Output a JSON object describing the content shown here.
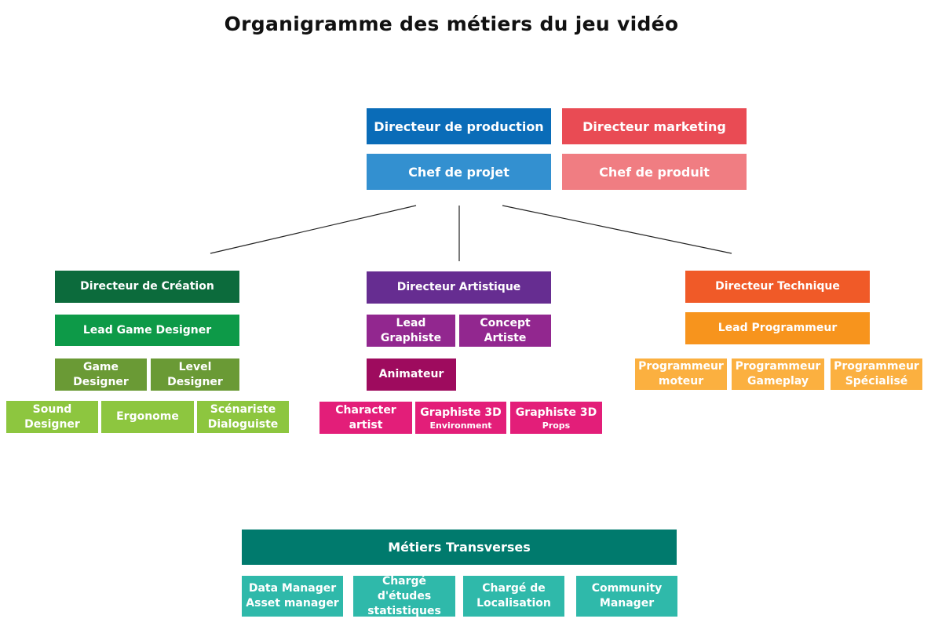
{
  "title": "Organigramme des métiers du jeu vidéo",
  "top": {
    "production": {
      "director": "Directeur de production",
      "lead": "Chef de projet"
    },
    "marketing": {
      "director": "Directeur marketing",
      "lead": "Chef de produit"
    }
  },
  "creation": {
    "director": "Directeur de Création",
    "lead": "Lead Game Designer",
    "row1": [
      [
        "Game",
        "Designer"
      ],
      [
        "Level",
        "Designer"
      ]
    ],
    "row2": [
      [
        "Sound",
        "Designer"
      ],
      [
        "Ergonome",
        ""
      ],
      [
        "Scénariste",
        "Dialoguiste"
      ]
    ]
  },
  "artistique": {
    "director": "Directeur Artistique",
    "row1": [
      [
        "Lead",
        "Graphiste"
      ],
      [
        "Concept",
        "Artiste"
      ]
    ],
    "animateur": "Animateur",
    "row2": [
      [
        "Character",
        "artist"
      ],
      [
        "Graphiste 3D",
        "Environment"
      ],
      [
        "Graphiste 3D",
        "Props"
      ]
    ]
  },
  "technique": {
    "director": "Directeur Technique",
    "lead": "Lead Programmeur",
    "row1": [
      [
        "Programmeur",
        "moteur"
      ],
      [
        "Programmeur",
        "Gameplay"
      ],
      [
        "Programmeur",
        "Spécialisé"
      ]
    ]
  },
  "transverses": {
    "header": "Métiers Transverses",
    "items": [
      [
        "Data Manager",
        "Asset manager"
      ],
      [
        "Chargé d'études",
        "statistiques"
      ],
      [
        "Chargé de",
        "Localisation"
      ],
      [
        "Community",
        "Manager"
      ]
    ]
  },
  "colors": {
    "production_dir": "#0a6cb8",
    "production_lead": "#3390d0",
    "marketing_dir": "#e94b54",
    "marketing_lead": "#f07d82",
    "creation_dir": "#0c6b3c",
    "creation_lead": "#0d9a48",
    "creation_r1": "#6a9a35",
    "creation_r2": "#8dc63f",
    "art_dir": "#662d91",
    "art_r1": "#92278f",
    "art_anim": "#9e0b5e",
    "art_r2": "#e31e79",
    "tech_dir": "#f05a28",
    "tech_lead": "#f7941d",
    "tech_r1": "#fbb040",
    "trans_header": "#007a6d",
    "trans_items": "#2fb9aa"
  }
}
